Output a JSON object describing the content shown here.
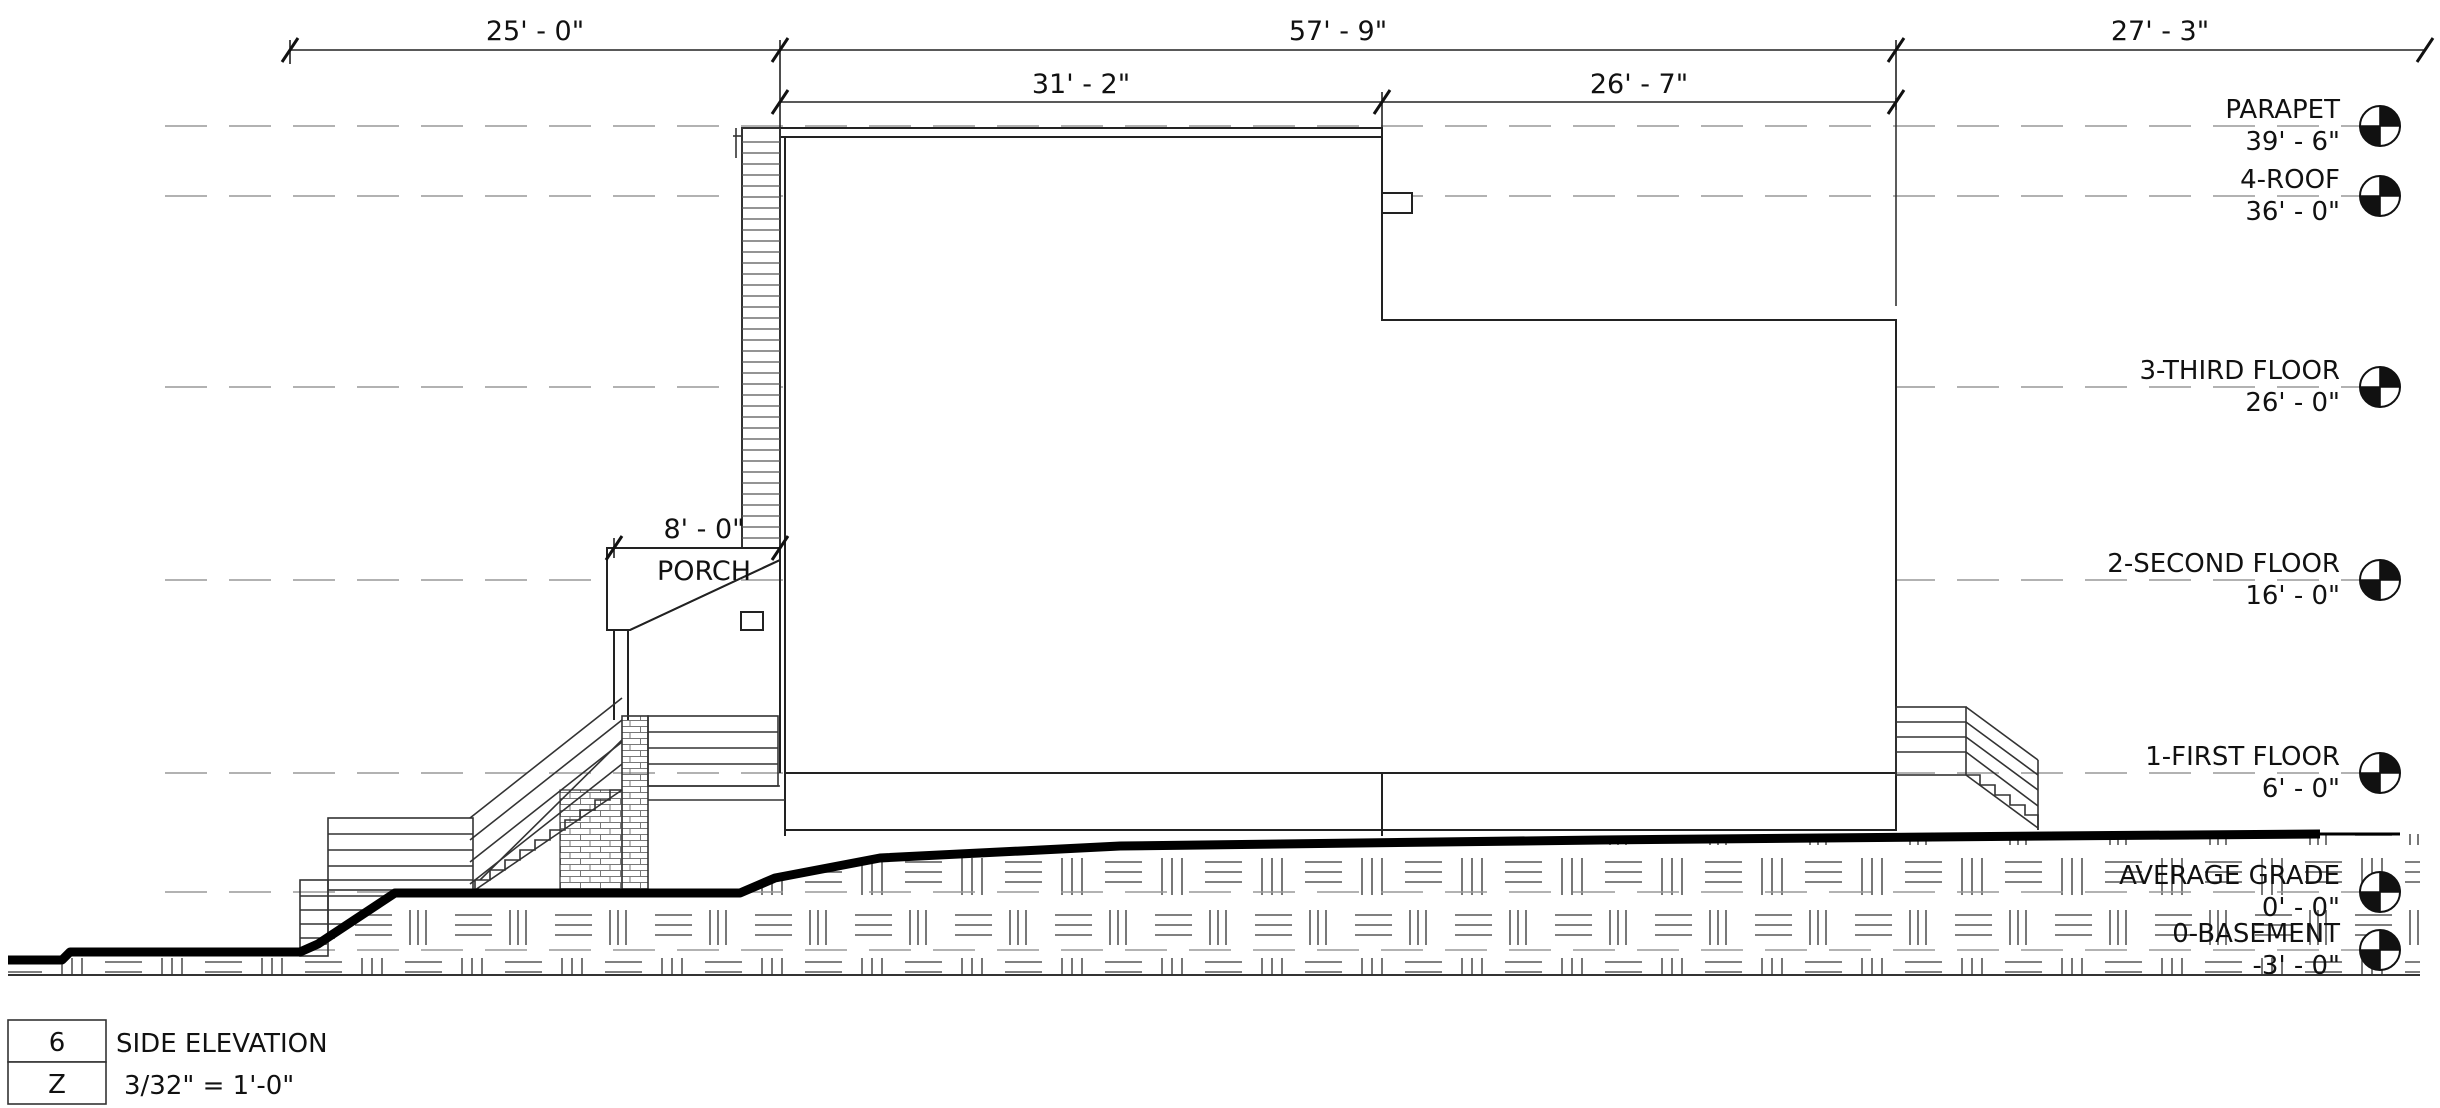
{
  "dimensions": {
    "overall_left": "25' - 0\"",
    "overall_middle": "57' - 9\"",
    "overall_right": "27' - 3\"",
    "sub_left": "31' - 2\"",
    "sub_right": "26' - 7\"",
    "porch_width": "8' - 0\""
  },
  "labels": {
    "porch": "PORCH"
  },
  "levels": [
    {
      "name": "PARAPET",
      "elevation": "39' - 6\""
    },
    {
      "name": "4-ROOF",
      "elevation": "36' - 0\""
    },
    {
      "name": "3-THIRD FLOOR",
      "elevation": "26' - 0\""
    },
    {
      "name": "2-SECOND FLOOR",
      "elevation": "16' - 0\""
    },
    {
      "name": "1-FIRST FLOOR",
      "elevation": "6' - 0\""
    },
    {
      "name": "AVERAGE GRADE",
      "elevation": "0' - 0\""
    },
    {
      "name": "0-BASEMENT",
      "elevation": "-3' - 0\""
    }
  ],
  "title_block": {
    "view_number": "6",
    "view_name": "SIDE ELEVATION",
    "sheet_ref": "Z",
    "scale": "3/32\" = 1'-0\""
  }
}
